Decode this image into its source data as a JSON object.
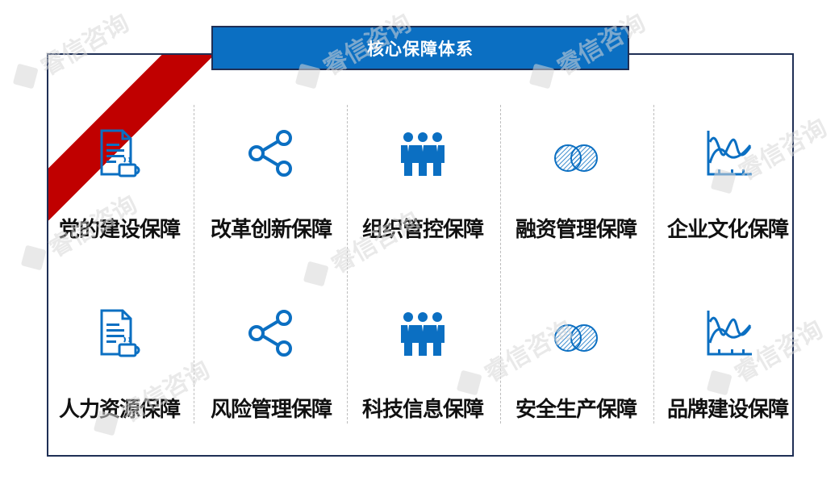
{
  "title": "核心保障体系",
  "colors": {
    "accent": "#0b6fc2",
    "ribbon": "#c00000",
    "border": "#1f2f55"
  },
  "watermark": "睿信咨询",
  "items": [
    {
      "label": "党的建设保障",
      "icon": "document-coffee-icon"
    },
    {
      "label": "改革创新保障",
      "icon": "share-icon"
    },
    {
      "label": "组织管控保障",
      "icon": "team-icon"
    },
    {
      "label": "融资管理保障",
      "icon": "venn-icon"
    },
    {
      "label": "企业文化保障",
      "icon": "wave-chart-icon"
    },
    {
      "label": "人力资源保障",
      "icon": "document-coffee-icon"
    },
    {
      "label": "风险管理保障",
      "icon": "share-icon"
    },
    {
      "label": "科技信息保障",
      "icon": "team-icon"
    },
    {
      "label": "安全生产保障",
      "icon": "venn-icon"
    },
    {
      "label": "品牌建设保障",
      "icon": "wave-chart-icon"
    }
  ]
}
